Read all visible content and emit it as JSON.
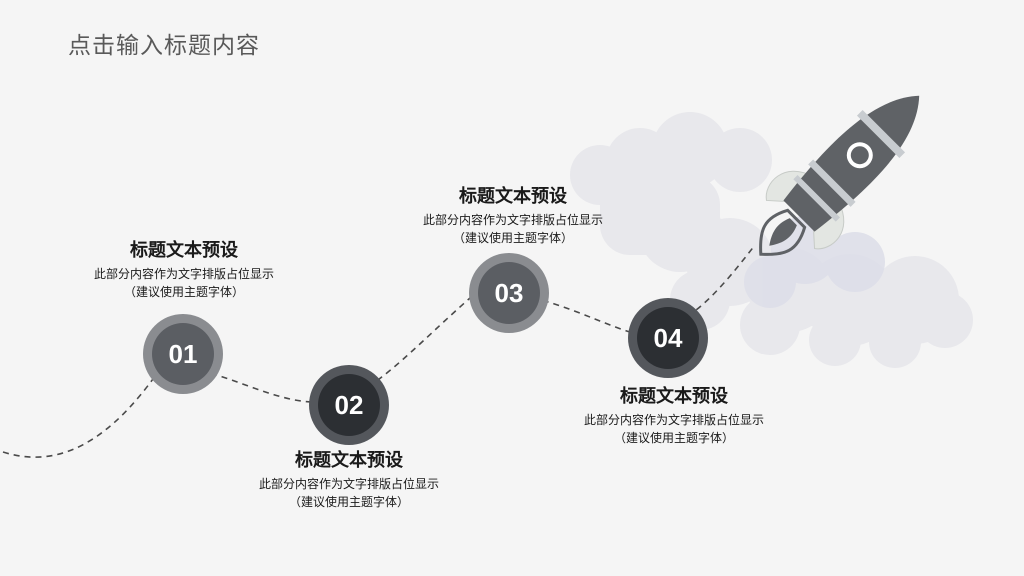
{
  "slide": {
    "title": "点击输入标题内容"
  },
  "steps": [
    {
      "number": "01",
      "heading": "标题文本预设",
      "desc_line1": "此部分内容作为文字排版占位显示",
      "desc_line2": "（建议使用主题字体）"
    },
    {
      "number": "02",
      "heading": "标题文本预设",
      "desc_line1": "此部分内容作为文字排版占位显示",
      "desc_line2": "（建议使用主题字体）"
    },
    {
      "number": "03",
      "heading": "标题文本预设",
      "desc_line1": "此部分内容作为文字排版占位显示",
      "desc_line2": "（建议使用主题字体）"
    },
    {
      "number": "04",
      "heading": "标题文本预设",
      "desc_line1": "此部分内容作为文字排版占位显示",
      "desc_line2": "（建议使用主题字体）"
    }
  ],
  "colors": {
    "background": "#f5f5f5",
    "circle_light": "#6e7176",
    "circle_dark": "#2c2f33",
    "rocket": "#5f6266",
    "cloud": "#e6e6ea"
  },
  "icons": [
    "rocket-icon",
    "cloud-icon"
  ]
}
